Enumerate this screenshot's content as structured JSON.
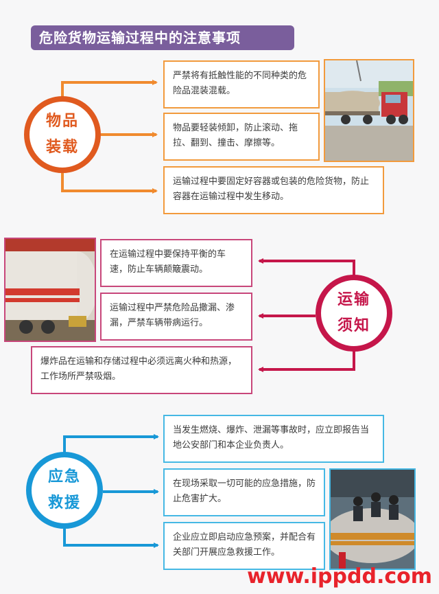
{
  "title": "危险货物运输过程中的注意事项",
  "sections": [
    {
      "heading_line1": "物品",
      "heading_line2": "装载",
      "color": "#e05a1f",
      "items": [
        "严禁将有抵触性能的不同种类的危险品混装混载。",
        "物品要轻装倾卸，防止滚动、拖拉、翻到、撞击、摩擦等。",
        "运输过程中要固定好容器或包装的危险货物，防止容器在运输过程中发生移动。"
      ]
    },
    {
      "heading_line1": "运输",
      "heading_line2": "须知",
      "color": "#c5164a",
      "items": [
        "在运输过程中要保持平衡的车速，防止车辆颠簸震动。",
        "运输过程中严禁危险品撒漏、渗漏，严禁车辆带病运行。",
        "爆炸品在运输和存储过程中必须远离火种和热源，工作场所严禁吸烟。"
      ]
    },
    {
      "heading_line1": "应急",
      "heading_line2": "救援",
      "color": "#1898d7",
      "items": [
        "当发生燃烧、爆炸、泄漏等事故时，应立即报告当地公安部门和本企业负责人。",
        "在现场采取一切可能的应急措施，防止危害扩大。",
        "企业应立即启动应急预案，并配合有关部门开展应急救援工作。"
      ]
    }
  ],
  "photos": [
    {
      "name": "tanker-truck-photo"
    },
    {
      "name": "tanker-rear-photo"
    },
    {
      "name": "rescue-team-photo"
    }
  ],
  "watermark": "www.ippdd.com"
}
